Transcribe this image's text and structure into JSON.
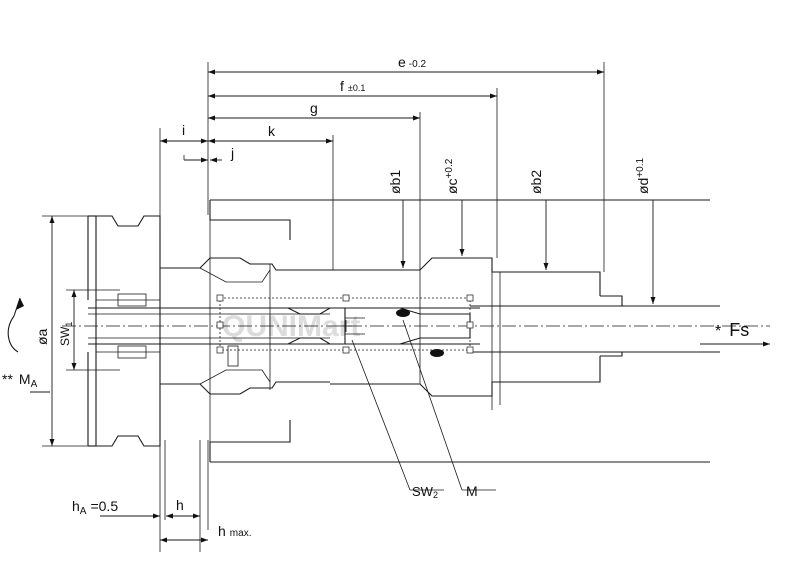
{
  "watermark": "QUNIMart",
  "dimensions": {
    "e": "e",
    "e_tol": "-0.2",
    "f": "f",
    "f_tol": "±0.1",
    "g": "g",
    "i": "i",
    "k": "k",
    "j": "j",
    "b1": "øb1",
    "c": "øc",
    "c_tol": "+0.2",
    "b2": "øb2",
    "d": "ød",
    "d_tol": "+0.1",
    "a": "øa",
    "sw1": "SW",
    "sw1_sub": "1",
    "ma_star": "**",
    "ma": "M",
    "ma_sub": "A",
    "fs_star": "*",
    "fs": "Fs",
    "sw2": "SW",
    "sw2_sub": "2",
    "m": "M",
    "ha": "h",
    "ha_sub": "A",
    "ha_val": "=0.5",
    "h": "h",
    "hmax": "h",
    "hmax_sub": "max."
  }
}
